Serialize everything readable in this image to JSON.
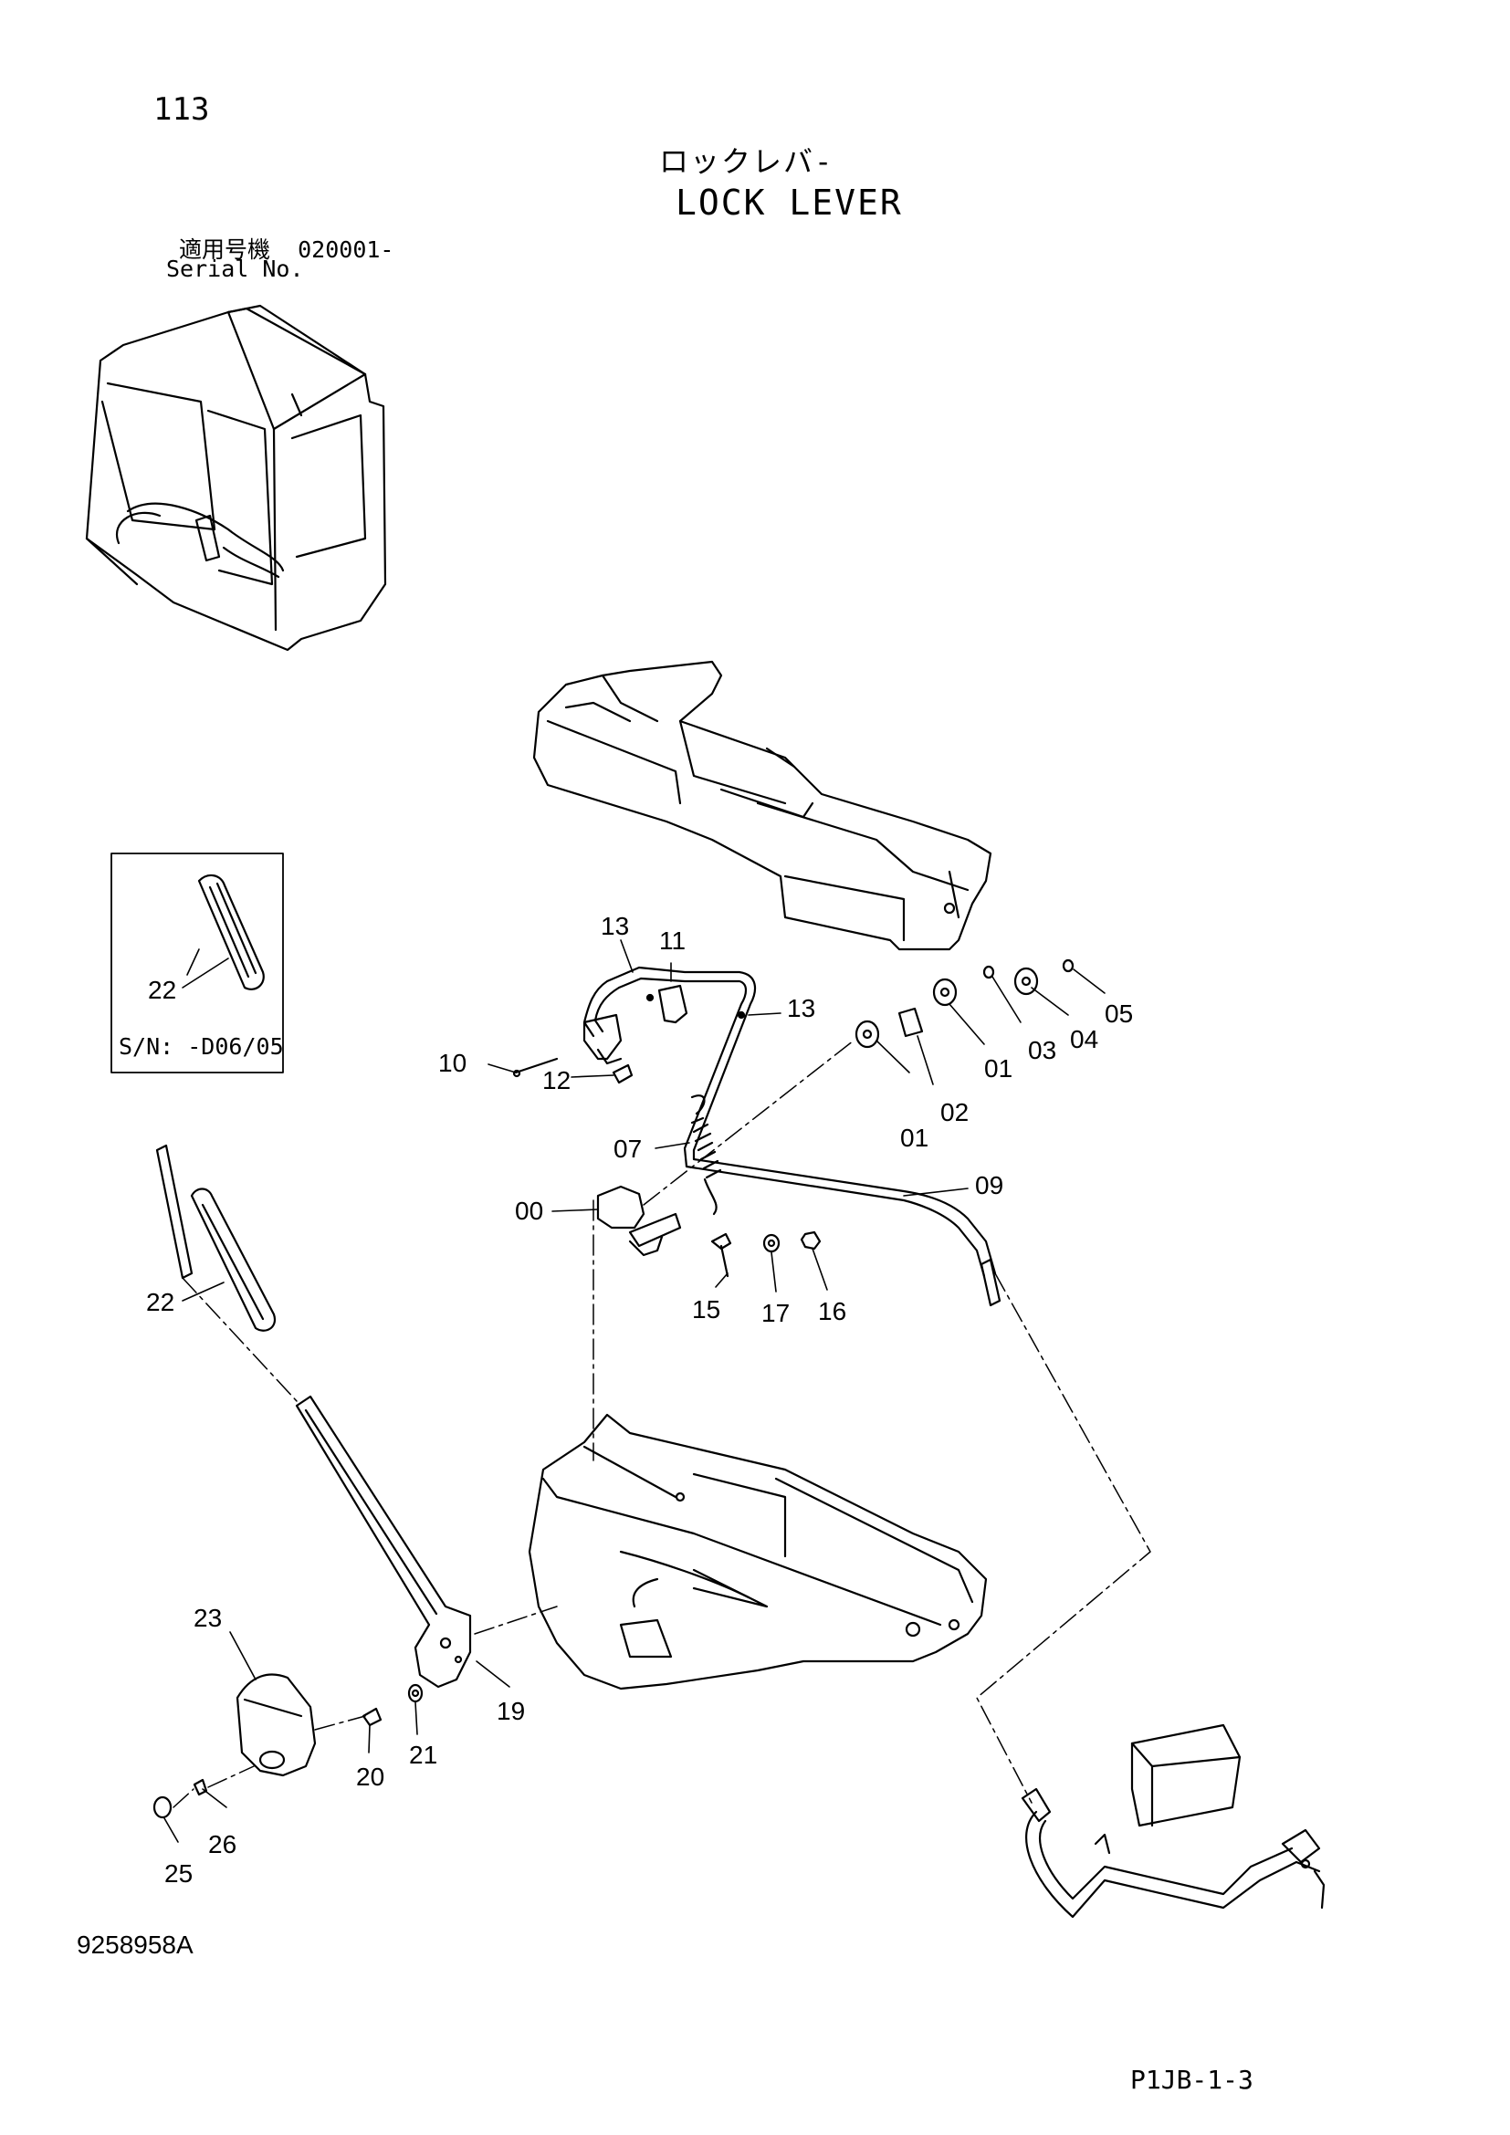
{
  "header": {
    "page_number": "113",
    "title_jp": "ロックレバ-",
    "title_en": "LOCK LEVER",
    "serial_label_jp": "適用号機",
    "serial_value": "020001-",
    "serial_label_en": "Serial No."
  },
  "inset": {
    "serial_note": "S/N: -D06/05"
  },
  "callouts": {
    "c00": "00",
    "c01a": "01",
    "c01b": "01",
    "c02": "02",
    "c03": "03",
    "c04": "04",
    "c05": "05",
    "c07": "07",
    "c09": "09",
    "c10": "10",
    "c11": "11",
    "c12": "12",
    "c13a": "13",
    "c13b": "13",
    "c15": "15",
    "c16": "16",
    "c17": "17",
    "c19": "19",
    "c20": "20",
    "c21": "21",
    "c22a": "22",
    "c22b": "22",
    "c23": "23",
    "c25": "25",
    "c26": "26"
  },
  "footer": {
    "drawing_number": "9258958A",
    "page_code": "P1JB-1-3"
  }
}
